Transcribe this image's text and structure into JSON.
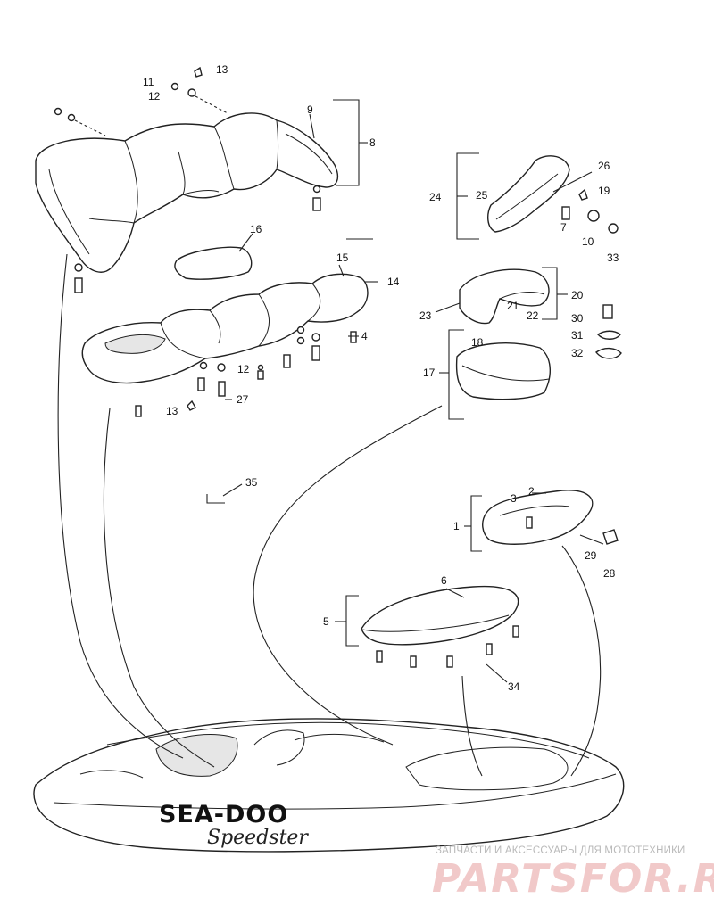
{
  "callouts": {
    "c1": "1",
    "c2": "2",
    "c3": "3",
    "c4": "4",
    "c5": "5",
    "c6": "6",
    "c7": "7",
    "c8": "8",
    "c9": "9",
    "c10": "10",
    "c11": "11",
    "c12": "12",
    "c12b": "12",
    "c13": "13",
    "c13b": "13",
    "c14": "14",
    "c15": "15",
    "c16": "16",
    "c17": "17",
    "c18": "18",
    "c19": "19",
    "c20": "20",
    "c21": "21",
    "c22": "22",
    "c23": "23",
    "c24": "24",
    "c25": "25",
    "c26": "26",
    "c27": "27",
    "c28": "28",
    "c29": "29",
    "c30": "30",
    "c31": "31",
    "c32": "32",
    "c33": "33",
    "c34": "34",
    "c35": "35"
  },
  "boat": {
    "brand": "SEA-DOO",
    "model": "Speedster"
  },
  "watermark": {
    "tagline": "ЗАПЧАСТИ И АКСЕССУАРЫ ДЛЯ МОТОТЕХНИКИ",
    "logo": "PARTSFOR.RU"
  },
  "colors": {
    "line": "#222222",
    "watermark_logo": "#f1c9c9",
    "watermark_text": "#b9b9b9"
  }
}
